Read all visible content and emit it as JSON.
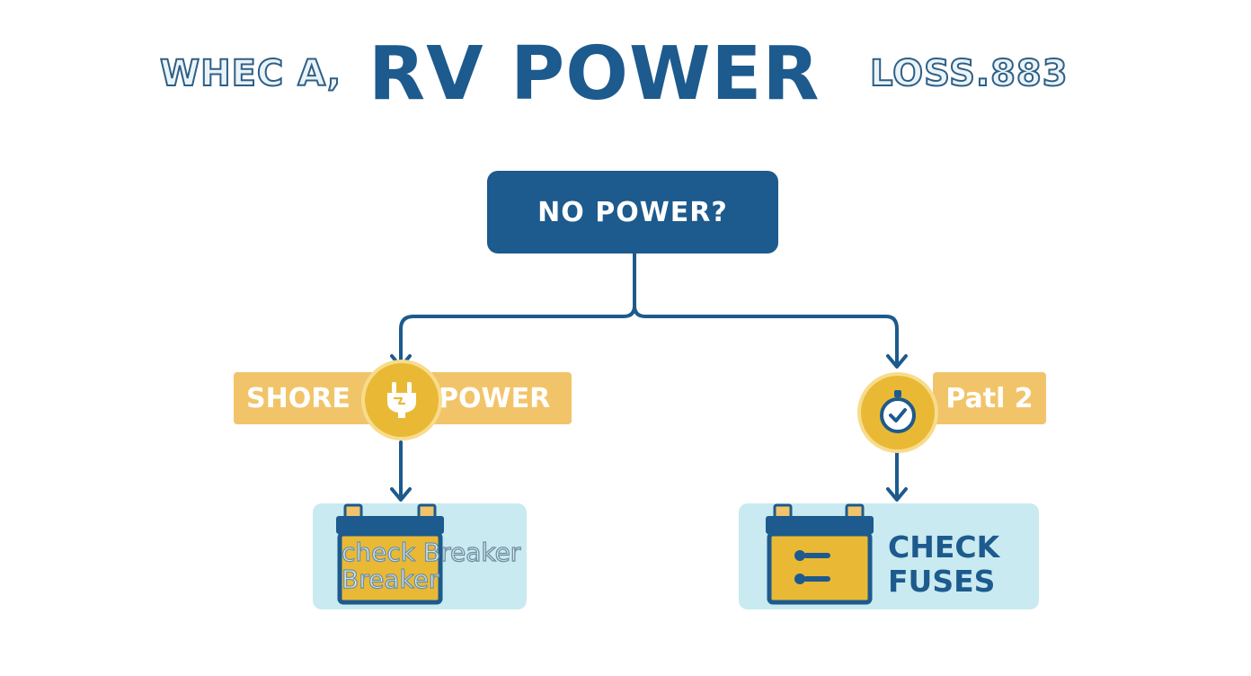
{
  "title": {
    "left": "WHEC A,",
    "main": "RV POWER",
    "right": "LOSS.883"
  },
  "root": {
    "label": "NO POWER?"
  },
  "branches": [
    {
      "label_left": "SHORE",
      "label_right": "POWER",
      "icon": "plug-icon",
      "result": {
        "line1": "check Breaker",
        "line2": "Breaker",
        "icon": "battery-icon"
      }
    },
    {
      "label": "Patl 2",
      "icon": "check-badge-icon",
      "result": {
        "line1": "CHECK",
        "line2": "FUSES",
        "icon": "fuse-box-icon"
      }
    }
  ],
  "colors": {
    "navy": "#1d5a8d",
    "amber": "#f2c46a",
    "gold": "#e9b935",
    "light_teal": "#c8eaf0"
  }
}
